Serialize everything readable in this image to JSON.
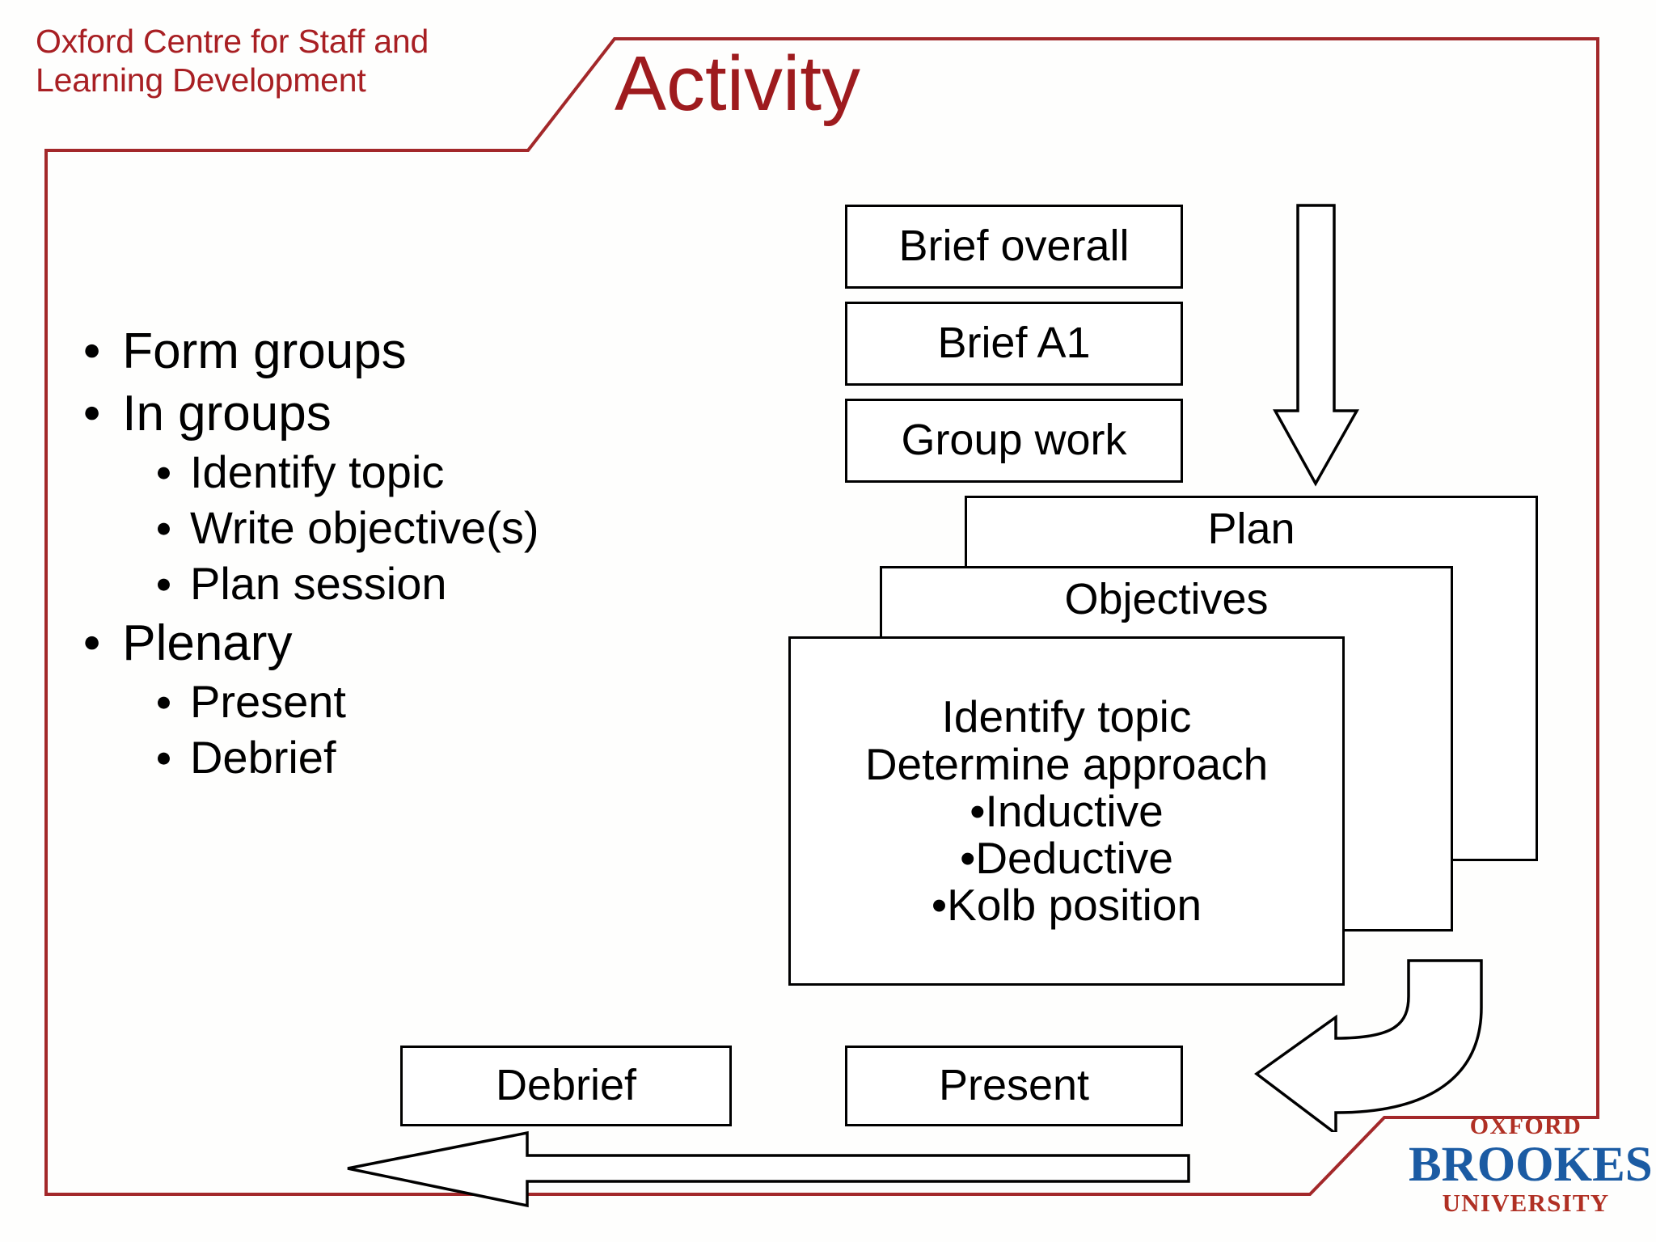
{
  "header": {
    "org_line1": "Oxford Centre for Staff and",
    "org_line2": "Learning Development",
    "title": "Activity",
    "brand_red": "#9e1b1e"
  },
  "bullets": [
    {
      "level": 1,
      "text": "Form groups"
    },
    {
      "level": 1,
      "text": "In groups"
    },
    {
      "level": 2,
      "text": "Identify topic"
    },
    {
      "level": 2,
      "text": "Write objective(s)"
    },
    {
      "level": 2,
      "text": "Plan session"
    },
    {
      "level": 1,
      "text": "Plenary"
    },
    {
      "level": 2,
      "text": "Present"
    },
    {
      "level": 2,
      "text": "Debrief"
    }
  ],
  "diagram": {
    "brief_overall": "Brief overall",
    "brief_a1": "Brief A1",
    "group_work": "Group work",
    "plan": "Plan",
    "objectives": "Objectives",
    "detail_lines": [
      "Identify topic",
      "Determine approach",
      "•Inductive",
      "•Deductive",
      "•Kolb position"
    ],
    "debrief": "Debrief",
    "present": "Present",
    "arrow_down_name": "down-arrow",
    "arrow_curve_name": "curved-left-arrow",
    "arrow_left_name": "left-arrow"
  },
  "logo": {
    "line1": "OXFORD",
    "line2": "BROOKES",
    "line3": "UNIVERSITY",
    "red": "#b03024",
    "blue": "#1b5ba3"
  }
}
